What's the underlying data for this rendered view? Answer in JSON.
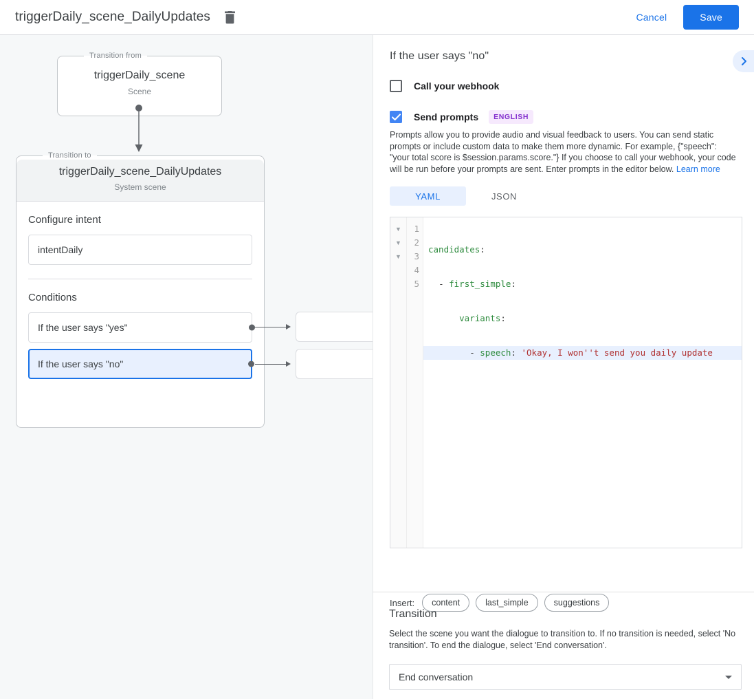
{
  "topbar": {
    "title": "triggerDaily_scene_DailyUpdates",
    "delete_icon": "trash-icon",
    "cancel_label": "Cancel",
    "save_label": "Save",
    "accent_color": "#1a73e8"
  },
  "canvas": {
    "from_node": {
      "legend": "Transition from",
      "name": "triggerDaily_scene",
      "subtitle": "Scene"
    },
    "to_node": {
      "legend": "Transition to",
      "name": "triggerDaily_scene_DailyUpdates",
      "subtitle": "System scene"
    },
    "intent_section": {
      "title": "Configure intent",
      "value": "intentDaily"
    },
    "conditions_section": {
      "title": "Conditions",
      "items": [
        {
          "label": "If the user says \"yes\"",
          "selected": false
        },
        {
          "label": "If the user says \"no\"",
          "selected": true
        }
      ]
    },
    "selected_color": "#1a73e8",
    "selected_bg": "#e8f0fe"
  },
  "panel": {
    "header": "If the user says \"no\"",
    "expand_icon": "chevron-right-icon",
    "webhook": {
      "label": "Call your webhook",
      "checked": false
    },
    "prompts": {
      "label": "Send prompts",
      "checked": true,
      "badge": "ENGLISH",
      "badge_color": "#8430ce",
      "description": "Prompts allow you to provide audio and visual feedback to users. You can send static prompts or include custom data to make them more dynamic. For example, {\"speech\": \"your total score is $session.params.score.\"} If you choose to call your webhook, your code will be run before your prompts are sent. Enter prompts in the editor below. ",
      "learn_more": "Learn more"
    },
    "editor": {
      "tabs": [
        {
          "label": "YAML",
          "active": true
        },
        {
          "label": "JSON",
          "active": false
        }
      ],
      "line_numbers": [
        "1",
        "2",
        "3",
        "4",
        "5"
      ],
      "fold_markers": [
        "▼",
        "▼",
        "▼",
        "",
        ""
      ],
      "highlighted_line": 4,
      "lines": [
        {
          "num": "1",
          "key": "candidates",
          "punct": ":",
          "indent": 0,
          "dash": false,
          "value": ""
        },
        {
          "num": "2",
          "key": "first_simple",
          "punct": ":",
          "indent": 1,
          "dash": true,
          "value": ""
        },
        {
          "num": "3",
          "key": "variants",
          "punct": ":",
          "indent": 3,
          "dash": false,
          "value": ""
        },
        {
          "num": "4",
          "key": "speech",
          "punct": ":",
          "indent": 4,
          "dash": true,
          "value": " 'Okay, I won''t send you daily update"
        },
        {
          "num": "5",
          "key": "",
          "punct": "",
          "indent": 0,
          "dash": false,
          "value": ""
        }
      ],
      "raw_text": "candidates:\n  - first_simple:\n      variants:\n        - speech: 'Okay, I won''t send you daily updates.'\n"
    },
    "insert": {
      "label": "Insert:",
      "chips": [
        "content",
        "last_simple",
        "suggestions"
      ]
    },
    "transition": {
      "title": "Transition",
      "description": "Select the scene you want the dialogue to transition to. If no transition is needed, select 'No transition'. To end the dialogue, select 'End conversation'.",
      "selected": "End conversation",
      "caret_icon": "chevron-down-icon"
    }
  }
}
